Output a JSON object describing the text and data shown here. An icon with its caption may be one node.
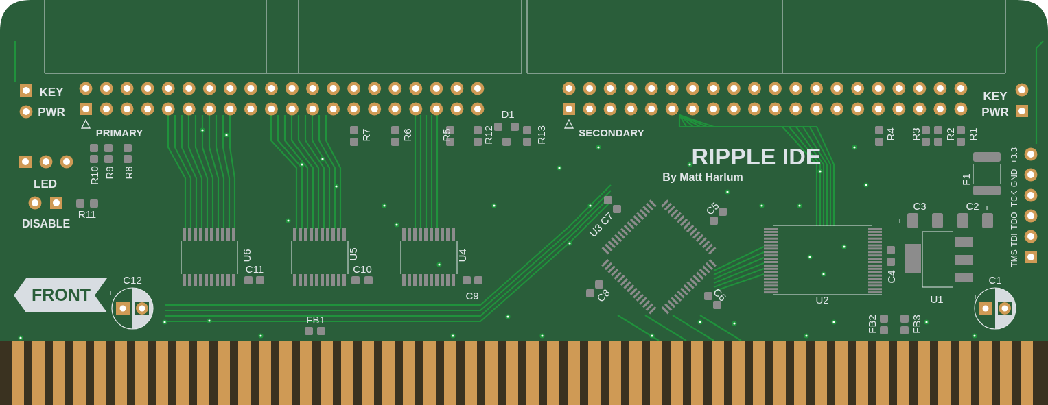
{
  "diagram": {
    "title": "RIPPLE IDE",
    "nodes": [
      {
        "text": [
          "FRONT"
        ]
      }
    ],
    "labels": [
      "KEY",
      "PWR",
      "KEY",
      "PWR",
      "PRIMARY",
      "D1",
      "R7",
      "R6",
      "R5",
      "R12",
      "R13",
      "SECONDARY",
      "R4",
      "R3",
      "R2",
      "R1",
      "R10",
      "R9",
      "R8",
      "By Matt Harlum",
      "LED",
      "F1",
      "+3.3",
      "GND",
      "TCK",
      "TDO",
      "TDI",
      "TMS",
      "R11",
      "DISABLE",
      "C5",
      "C3",
      "+",
      "C2",
      "+",
      "C7",
      "U3",
      "U6",
      "U5",
      "U4",
      "C11",
      "C10",
      "C4",
      "C12",
      "+",
      "C1",
      "+",
      "C9",
      "C8",
      "C6",
      "U2",
      "U1",
      "FB1",
      "FB2",
      "FB3"
    ]
  }
}
